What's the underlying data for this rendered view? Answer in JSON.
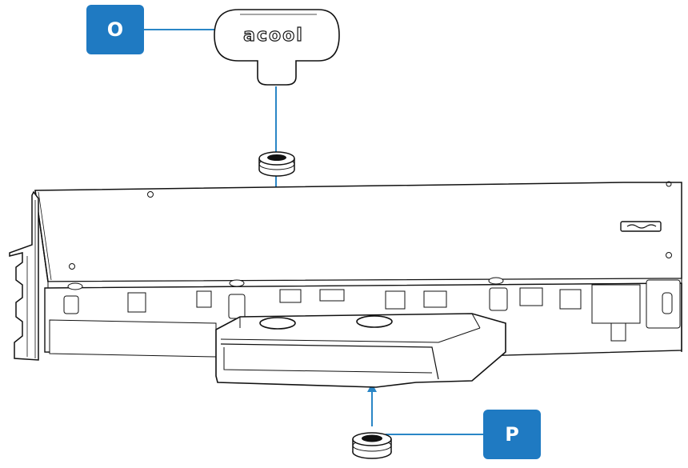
{
  "callouts": [
    {
      "id": "O",
      "label": "O"
    },
    {
      "id": "P",
      "label": "P"
    }
  ],
  "tool": {
    "logo_text": "acool"
  },
  "colors": {
    "callout": "#1f7ac2",
    "leader": "#2a86c6",
    "line": "#111111",
    "background": "#ffffff"
  },
  "icons": {
    "tool": "hex-key-tool-icon",
    "plug_top": "screw-plug-icon",
    "plug_bottom": "screw-plug-icon",
    "graphics_card": "gpu-water-block-icon",
    "terminal": "terminal-block-icon"
  }
}
